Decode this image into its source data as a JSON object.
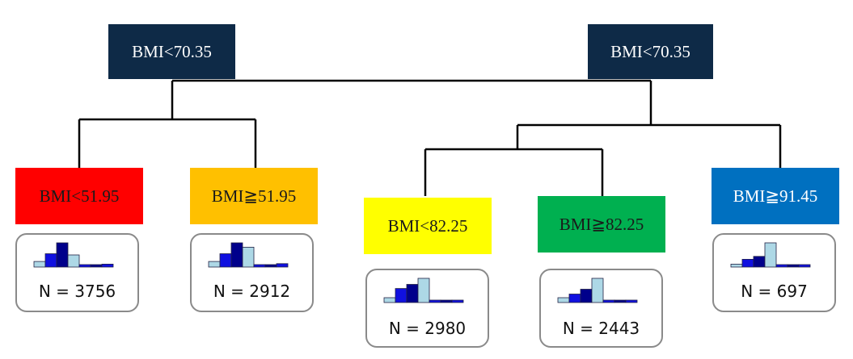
{
  "roots": [
    {
      "label": "BMI<70.35",
      "bg": "#0e2a47",
      "color": "#ffffff"
    },
    {
      "label": "BMI<70.35",
      "bg": "#0e2a47",
      "color": "#ffffff"
    }
  ],
  "leaves": [
    {
      "label": "BMI<51.95",
      "bg": "#ff0000",
      "color": "#1a1a1a",
      "n_text": "N = 3756",
      "hist": [
        0.23,
        0.55,
        1.0,
        0.5,
        0.08,
        0.05,
        0.12
      ]
    },
    {
      "label": "BMI≧51.95",
      "bg": "#ffc000",
      "color": "#1a1a1a",
      "n_text": "N = 2912",
      "hist": [
        0.23,
        0.55,
        1.0,
        0.82,
        0.08,
        0.05,
        0.14
      ]
    },
    {
      "label": "BMI<82.25",
      "bg": "#ffff00",
      "color": "#1a1a1a",
      "n_text": "N = 2980",
      "hist": [
        0.2,
        0.58,
        0.75,
        1.0,
        0.06,
        0.06,
        0.1
      ]
    },
    {
      "label": "BMI≧82.25",
      "bg": "#00b050",
      "color": "#1a1a1a",
      "n_text": "N = 2443",
      "hist": [
        0.2,
        0.35,
        0.55,
        1.0,
        0.06,
        0.06,
        0.1
      ]
    },
    {
      "label": "BMI≧91.45",
      "bg": "#0070c0",
      "color": "#ffffff",
      "n_text": "N = 697",
      "hist": [
        0.12,
        0.32,
        0.44,
        1.0,
        0.03,
        0.03,
        0.07
      ]
    }
  ],
  "colors": {
    "edge": "#000000",
    "hist_bar_colors": [
      "#add8e6",
      "#1010e0",
      "#00008b",
      "#add8e6",
      "#1010e0",
      "#00008b",
      "#1010e0"
    ],
    "hist_stroke": "#222244",
    "leaf_border": "#8a8a8a"
  }
}
